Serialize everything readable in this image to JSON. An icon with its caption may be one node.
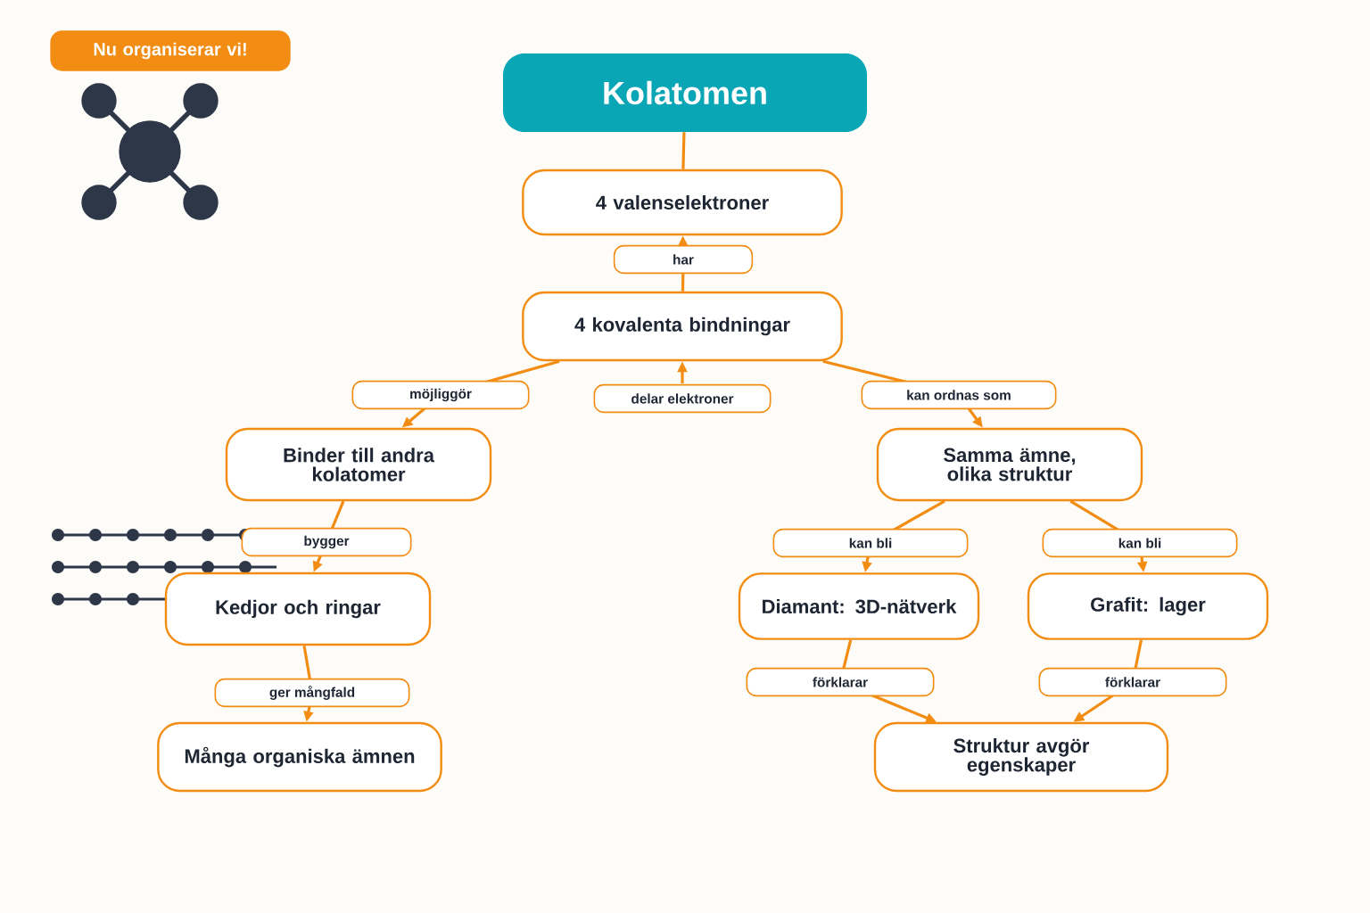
{
  "diagram": {
    "nodes": [
      {
        "text": [
          "Nu organiserar vi!"
        ]
      },
      {
        "text": [
          "Kolatomen"
        ]
      },
      {
        "text": [
          "4 valenselektroner"
        ]
      },
      {
        "text": [
          "4 kovalenta bindningar"
        ]
      },
      {
        "text": [
          "Binder till andra kolatomer"
        ]
      },
      {
        "text": [
          "Samma ämne, olika struktur"
        ]
      },
      {
        "text": [
          "Kedjor och ringar"
        ]
      },
      {
        "text": [
          "Diamant: 3D-nätverk"
        ]
      },
      {
        "text": [
          "Grafit: lager"
        ]
      },
      {
        "text": [
          "Många organiska ämnen"
        ]
      },
      {
        "text": [
          "Struktur avgör egenskaper"
        ]
      }
    ],
    "edges": [
      {
        "from": 1,
        "to": 2,
        "arrow": "none"
      },
      {
        "from": 3,
        "to": 2,
        "arrow": "to",
        "label": "har"
      },
      {
        "from": null,
        "to": 3,
        "arrow": "to",
        "label": "delar elektroner"
      },
      {
        "from": 3,
        "to": 4,
        "arrow": "to",
        "label": "möjliggör"
      },
      {
        "from": 3,
        "to": 5,
        "arrow": "to",
        "label": "kan ordnas som"
      },
      {
        "from": 4,
        "to": 6,
        "arrow": "to",
        "label": "bygger"
      },
      {
        "from": 5,
        "to": 7,
        "arrow": "to",
        "label": "kan bli"
      },
      {
        "from": 5,
        "to": 8,
        "arrow": "to",
        "label": "kan bli"
      },
      {
        "from": 6,
        "to": 9,
        "arrow": "to",
        "label": "ger mångfald"
      },
      {
        "from": 7,
        "to": 10,
        "arrow": "to",
        "label": "förklarar"
      },
      {
        "from": 8,
        "to": 10,
        "arrow": "to",
        "label": "förklarar"
      }
    ]
  }
}
